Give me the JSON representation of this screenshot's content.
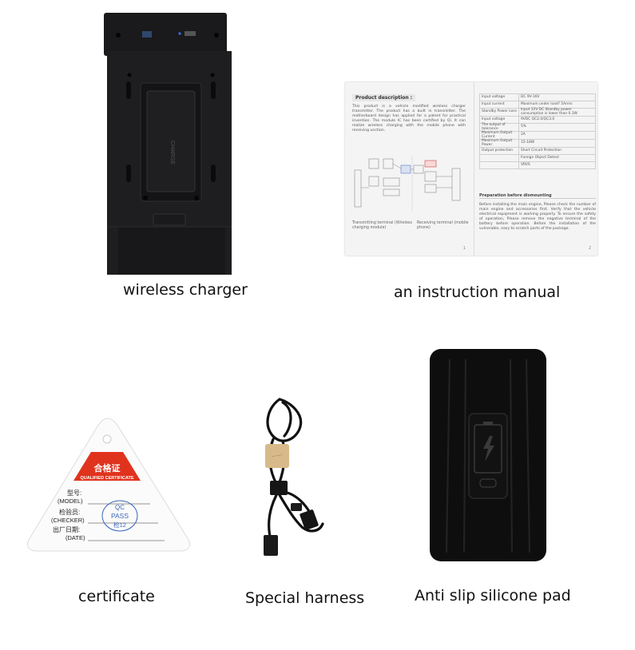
{
  "captions": {
    "charger": "wireless charger",
    "manual": "an instruction manual",
    "certificate": "certificate",
    "harness": "Special harness",
    "pad": "Anti slip silicone pad"
  },
  "manual": {
    "heading": "Product description :",
    "description": "This product is a vehicle modified wireless charger transmitter. The product has a built in transmitter. The motherboard design has applied for a patent for practical invention. The module IC has been certified by Qi. It can realize wireless charging with the mobile phone with receiving unction.",
    "transmitting_caption": "Transmitting terminal (Wireless charging module)",
    "receiving_caption": "Receiving terminal (mobile phone)",
    "specs": [
      {
        "label": "Input voltage",
        "value": "DC 9V-16V"
      },
      {
        "label": "Input current",
        "value": "Maximum under load? 5Arms"
      },
      {
        "label": "Standby Power Loss",
        "value": "Input 12V DC Standby power consumption is lower than 0.3W"
      },
      {
        "label": "Input voltage",
        "value": "9VDC QC2.0/QC3.0"
      },
      {
        "label": "The output of tolerance",
        "value": "5%"
      },
      {
        "label": "Maximum Output Current",
        "value": "2A"
      },
      {
        "label": "Maximum Output Power",
        "value": "15-18W"
      },
      {
        "label": "Output protection",
        "value": "Short Circuit Protection"
      },
      {
        "label": "",
        "value": "Foreign Object Detect"
      },
      {
        "label": "",
        "value": "VRVS"
      }
    ],
    "prep_heading": "Preparation before dismounting",
    "prep_text": "Before installing the main engine, Please check the number of main engine and accessories first. Verify that the vehicle electrical equipment is working properly. To ensure the safety of operation, Please remove the negative terminal of the battery before operation. Before the installation of the vulnerable, easy to scratch parts of the package.",
    "page_left": "1",
    "page_right": "2"
  },
  "certificate": {
    "title": "合格证",
    "subtitle": "QUALIFIED CERTIFICATE",
    "model_cn": "型号:",
    "model_en": "(MODEL)",
    "checker_cn": "检验员:",
    "checker_en": "(CHECKER)",
    "date_cn": "出厂日期:",
    "date_en": "(DATE)",
    "stamp_top": "QC",
    "stamp_mid": "PASS",
    "stamp_bottom": "检12"
  },
  "colors": {
    "charger_body": "#1b1b1d",
    "certificate_red": "#e0331d",
    "stamp_blue": "#3a64b8",
    "pad_black": "#0e0e0e"
  }
}
